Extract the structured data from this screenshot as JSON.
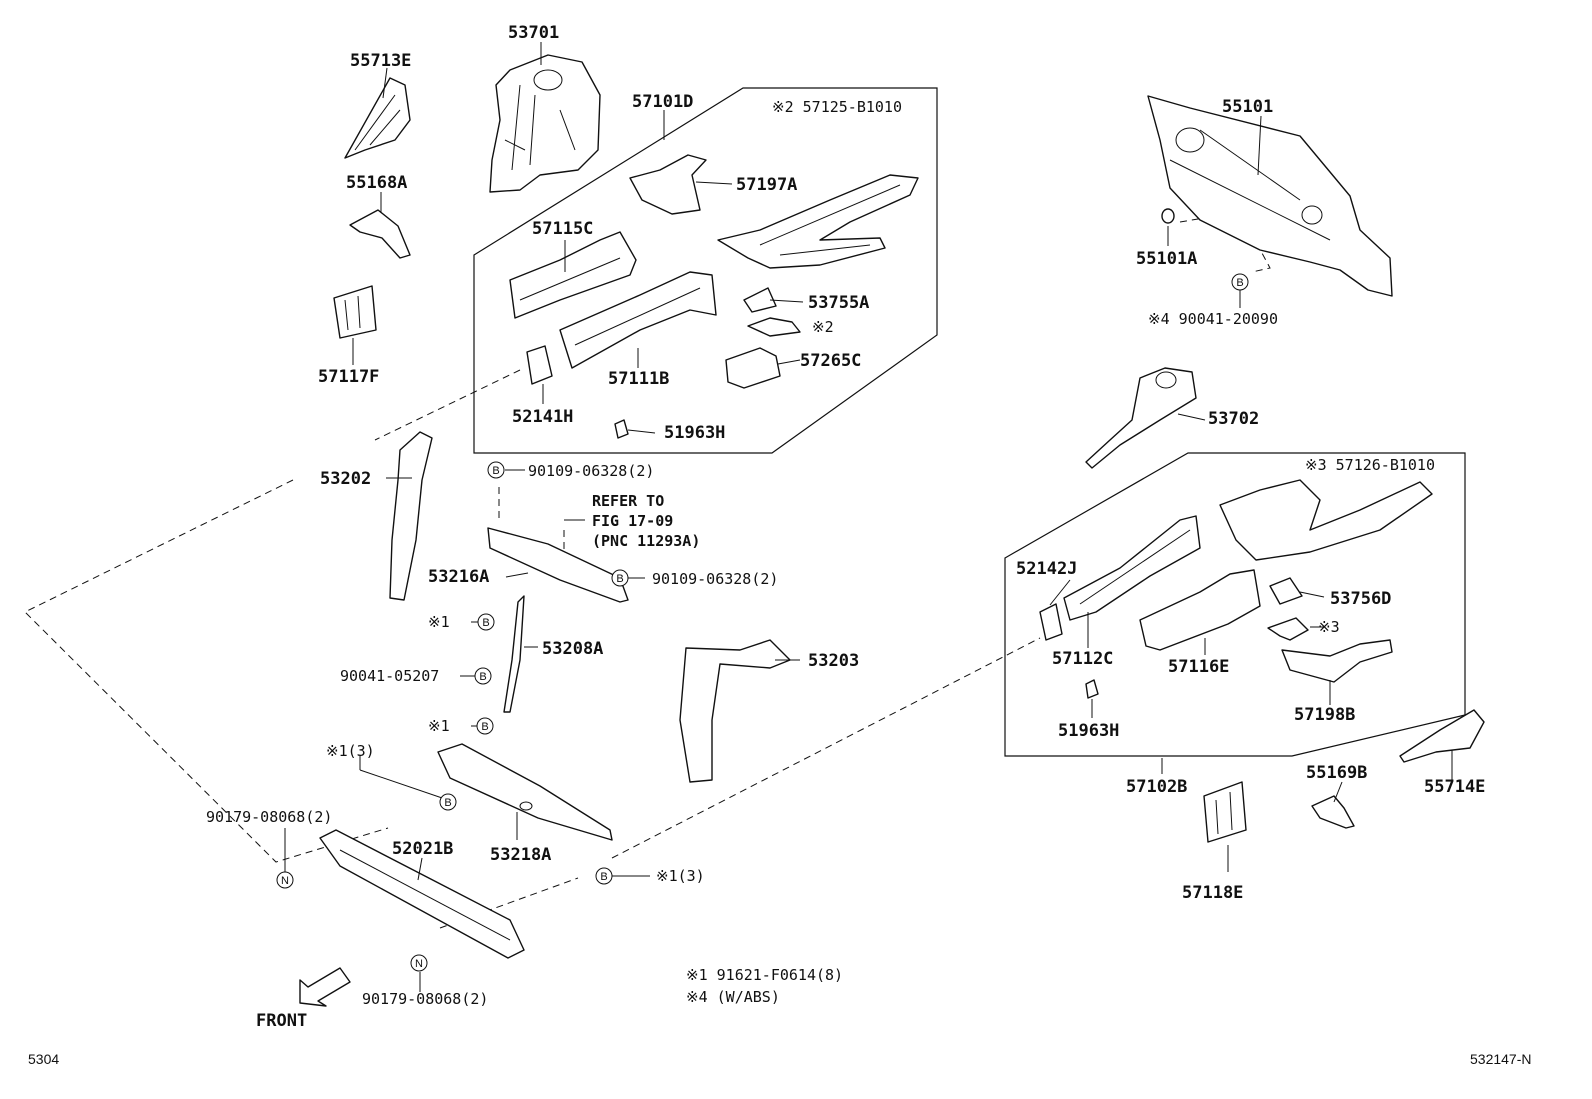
{
  "labels": {
    "p53701": "53701",
    "p55713E": "55713E",
    "p57101D": "57101D",
    "p57125": "※2  57125-B1010",
    "p55101": "55101",
    "p55168A": "55168A",
    "p57197A": "57197A",
    "p57115C": "57115C",
    "p55101A": "55101A",
    "p53755A": "53755A",
    "note2": "※2",
    "p57117F": "57117F",
    "p57111B": "57111B",
    "p57265C": "57265C",
    "p90041_20090": "※4  90041-20090",
    "p52141H": "52141H",
    "p51963H_a": "51963H",
    "p53702": "53702",
    "p53202": "53202",
    "b90109_a": "90109-06328(2)",
    "refer1": "REFER TO",
    "refer2": "FIG 17-09",
    "refer3": "(PNC 11293A)",
    "p57126": "※3  57126-B1010",
    "p53216A": "53216A",
    "b90109_b": "90109-06328(2)",
    "p52142J": "52142J",
    "p53756D": "53756D",
    "note1_a": "※1",
    "p53208A": "53208A",
    "note3": "※3",
    "p90041_05207": "90041-05207",
    "p53203": "53203",
    "p57112C": "57112C",
    "p57116E": "57116E",
    "note1_b": "※1",
    "p51963H_b": "51963H",
    "p57198B": "57198B",
    "note1_3a": "※1(3)",
    "p57102B": "57102B",
    "p55169B": "55169B",
    "p55714E": "55714E",
    "p90179_a": "90179-08068(2)",
    "p52021B": "52021B",
    "p53218A": "53218A",
    "note1_3b": "※1(3)",
    "p57118E": "57118E",
    "legend1": "※1  91621-F0614(8)",
    "legend4": "※4  (W/ABS)",
    "p90179_b": "90179-08068(2)",
    "front": "FRONT",
    "corner_left": "5304",
    "corner_right": "532147-N"
  },
  "markers": {
    "b": "B",
    "n": "N"
  }
}
